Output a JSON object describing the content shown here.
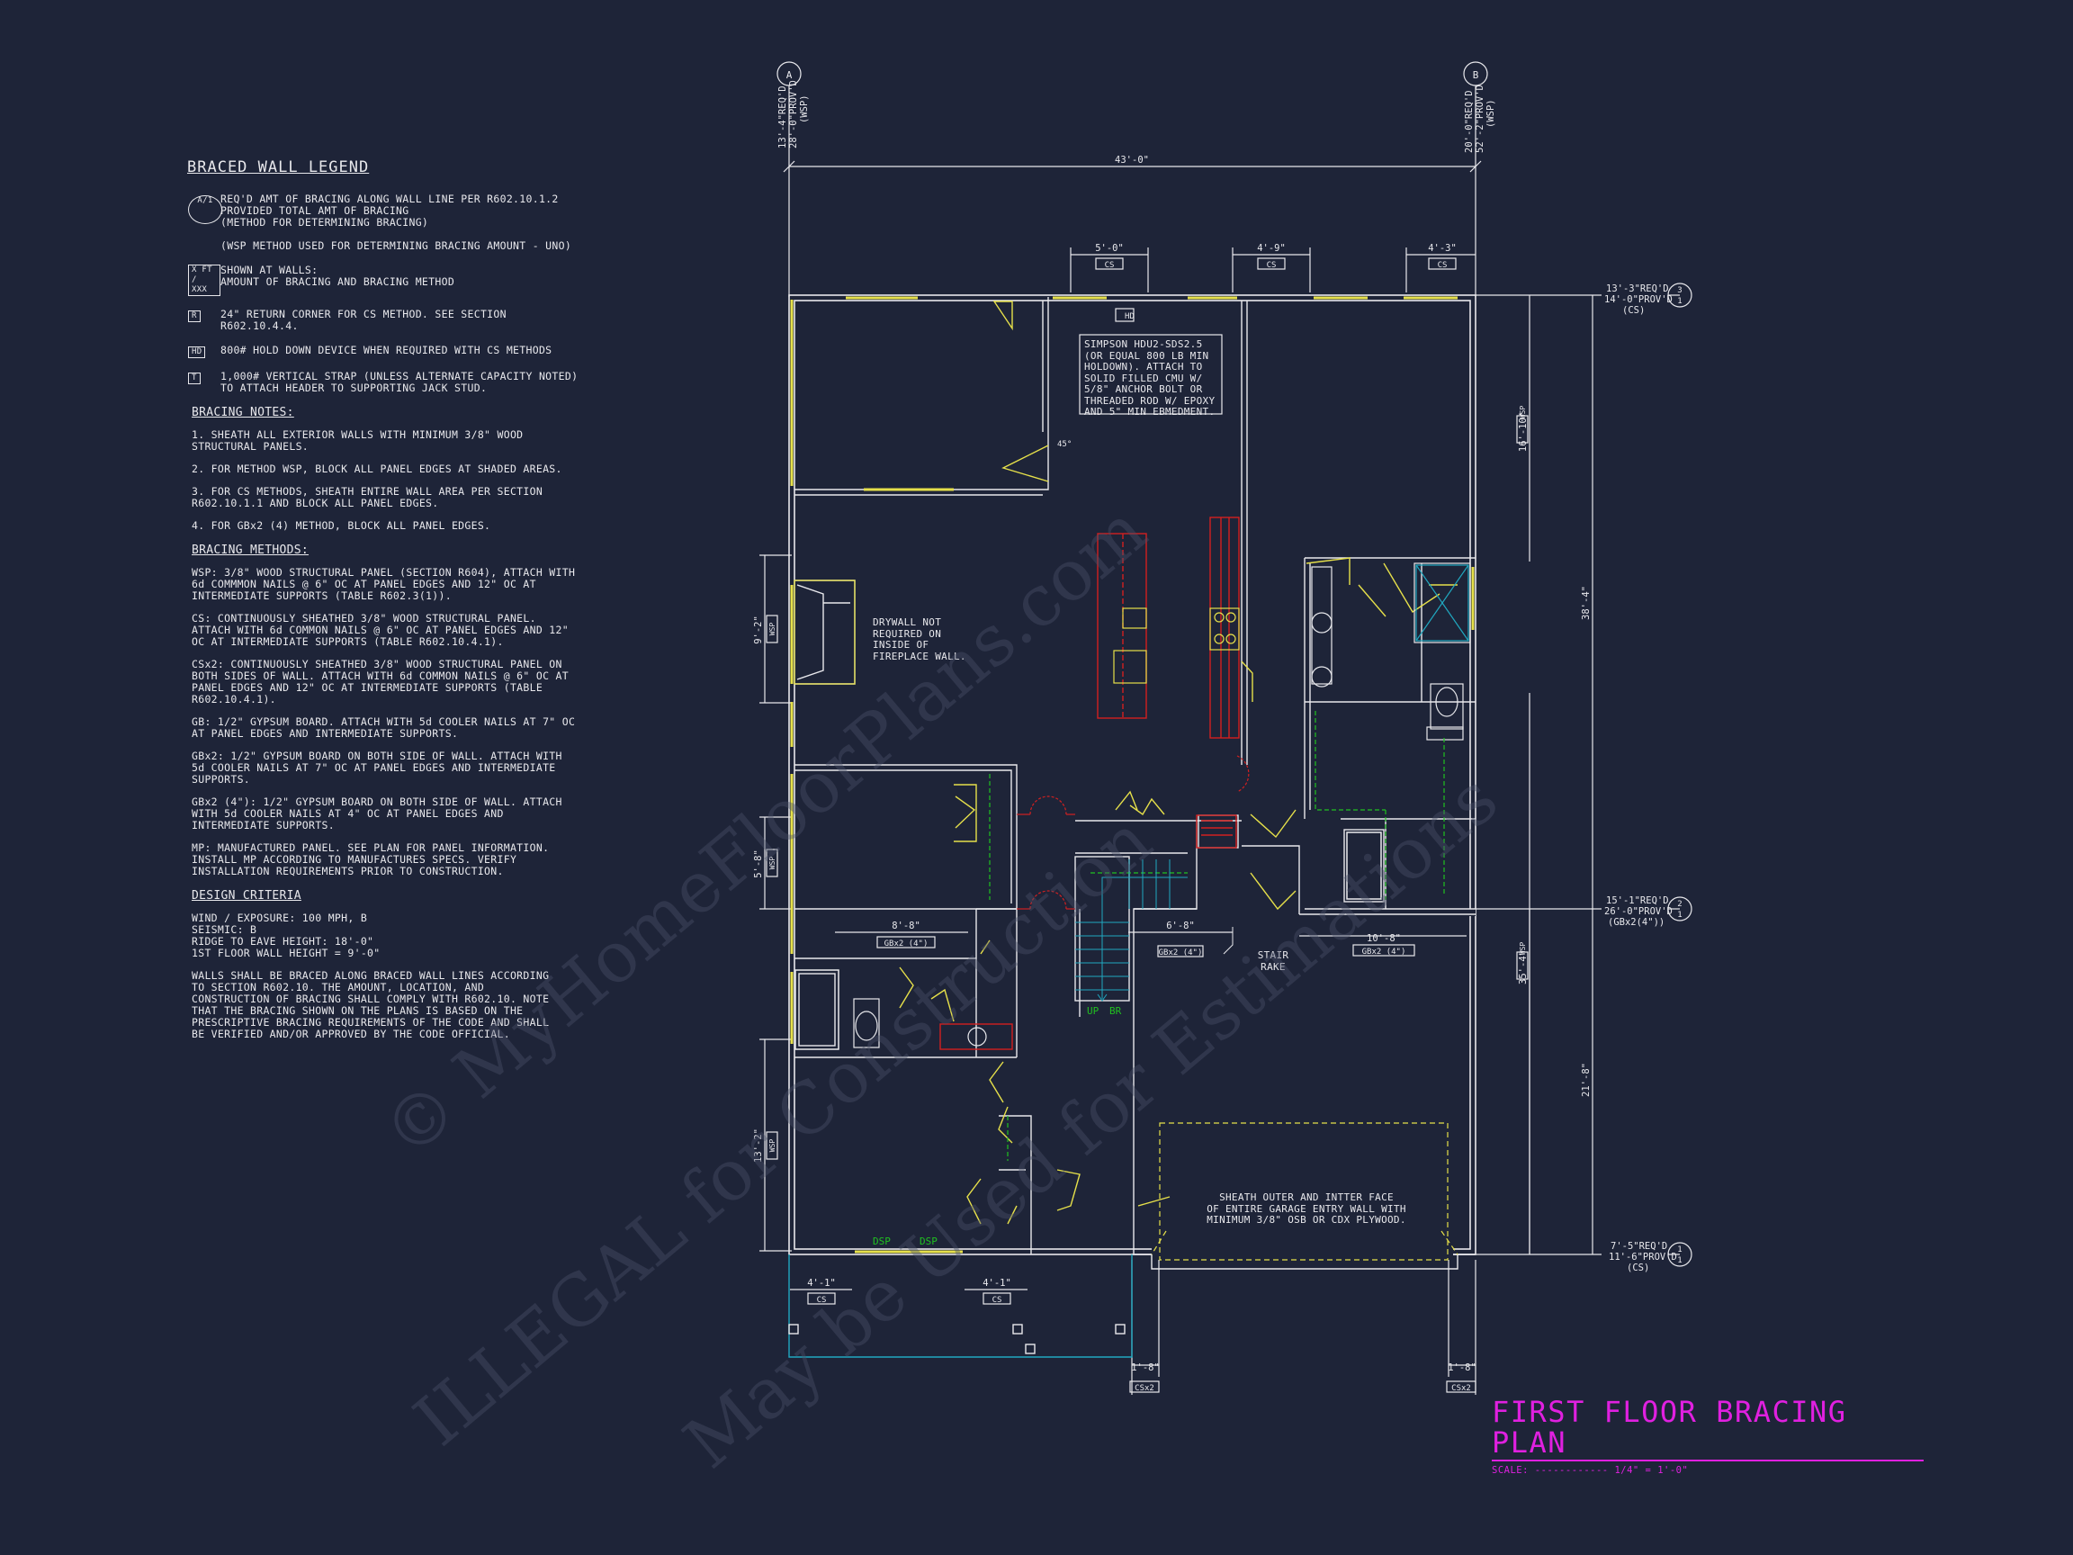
{
  "legend": {
    "title": "BRACED WALL LEGEND",
    "items": [
      {
        "symbol": "A/1",
        "text": "REQ'D AMT OF BRACING ALONG WALL LINE PER R602.10.1.2\nPROVIDED TOTAL AMT OF BRACING\n(METHOD FOR DETERMINING BRACING)\n\n(WSP METHOD USED FOR DETERMINING BRACING AMOUNT - UNO)"
      },
      {
        "symbol": "X FT / XXX",
        "text": "SHOWN AT WALLS:\nAMOUNT OF BRACING AND BRACING METHOD"
      },
      {
        "symbol": "R",
        "text": "24\" RETURN CORNER FOR CS METHOD. SEE SECTION R602.10.4.4."
      },
      {
        "symbol": "HD",
        "text": "800# HOLD DOWN DEVICE WHEN REQUIRED WITH CS METHODS"
      },
      {
        "symbol": "T",
        "text": "1,000# VERTICAL STRAP (UNLESS ALTERNATE CAPACITY NOTED)\nTO ATTACH HEADER TO SUPPORTING JACK STUD."
      }
    ],
    "bracing_notes_title": "BRACING NOTES:",
    "bracing_notes": [
      "1. SHEATH ALL EXTERIOR WALLS WITH MINIMUM 3/8\" WOOD STRUCTURAL PANELS.",
      "2. FOR METHOD WSP, BLOCK ALL PANEL EDGES AT SHADED AREAS.",
      "3. FOR CS METHODS, SHEATH ENTIRE WALL AREA PER SECTION R602.10.1.1 AND BLOCK ALL PANEL EDGES.",
      "4. FOR GBx2 (4) METHOD, BLOCK ALL PANEL EDGES."
    ],
    "bracing_methods_title": "BRACING METHODS:",
    "bracing_methods": [
      "WSP: 3/8\" WOOD STRUCTURAL PANEL (SECTION R604), ATTACH WITH 6d COMMMON NAILS @ 6\" OC AT PANEL EDGES AND 12\" OC AT INTERMEDIATE SUPPORTS (TABLE R602.3(1)).",
      "CS: CONTINUOUSLY SHEATHED 3/8\" WOOD STRUCTURAL PANEL. ATTACH WITH 6d COMMON NAILS @ 6\" OC AT PANEL EDGES AND 12\" OC AT INTERMEDIATE SUPPORTS (TABLE R602.10.4.1).",
      "CSx2: CONTINUOUSLY SHEATHED 3/8\" WOOD STRUCTURAL PANEL ON BOTH SIDES OF WALL. ATTACH WITH 6d COMMON NAILS @ 6\" OC AT PANEL EDGES AND 12\" OC AT INTERMEDIATE SUPPORTS (TABLE R602.10.4.1).",
      "GB: 1/2\" GYPSUM BOARD. ATTACH WITH 5d COOLER NAILS AT 7\" OC AT PANEL EDGES AND INTERMEDIATE SUPPORTS.",
      "GBx2: 1/2\" GYPSUM BOARD ON BOTH SIDE OF WALL. ATTACH WITH 5d COOLER NAILS AT 7\" OC AT PANEL EDGES AND INTERMEDIATE SUPPORTS.",
      "GBx2 (4\"): 1/2\" GYPSUM BOARD ON BOTH SIDE OF WALL. ATTACH WITH 5d COOLER NAILS AT 4\" OC AT PANEL EDGES AND INTERMEDIATE SUPPORTS.",
      "MP: MANUFACTURED PANEL. SEE PLAN FOR PANEL INFORMATION. INSTALL MP ACCORDING TO MANUFACTURES SPECS. VERIFY INSTALLATION REQUIREMENTS PRIOR TO CONSTRUCTION."
    ],
    "design_title": "DESIGN CRITERIA",
    "design": [
      "WIND / EXPOSURE: 100 MPH, B",
      "SEISMIC: B",
      "RIDGE TO EAVE HEIGHT: 18'-0\"",
      "1ST FLOOR WALL HEIGHT = 9'-0\""
    ],
    "design_note": "WALLS SHALL BE BRACED ALONG BRACED WALL LINES ACCORDING TO SECTION R602.10. THE AMOUNT, LOCATION, AND CONSTRUCTION OF BRACING SHALL COMPLY WITH R602.10. NOTE THAT THE BRACING SHOWN ON THE PLANS IS BASED ON THE PRESCRIPTIVE BRACING REQUIREMENTS OF THE CODE AND SHALL BE VERIFIED AND/OR APPROVED BY THE CODE OFFICIAL."
  },
  "grid": {
    "A": {
      "label": "A",
      "req": "13'-4\"REQ'D",
      "prov": "28'-0\"PROV'D",
      "method": "(WSP)"
    },
    "B": {
      "label": "B",
      "req": "20'-0\"REQ'D",
      "prov": "52'-2\"PROV'D",
      "method": "(WSP)"
    },
    "r3": {
      "label": "3",
      "sub": "1",
      "req": "13'-3\"REQ'D",
      "prov": "14'-0\"PROV'D",
      "method": "(CS)"
    },
    "r2": {
      "label": "2",
      "sub": "1",
      "req": "15'-1\"REQ'D",
      "prov": "26'-0\"PROV'D",
      "method": "(GBx2(4\"))"
    },
    "r1": {
      "label": "1",
      "sub": "1",
      "req": "7'-5\"REQ'D",
      "prov": "11'-6\"PROV'D",
      "method": "(CS)"
    }
  },
  "dims": {
    "overall_width": "43'-0\"",
    "top_segments": [
      {
        "len": "5'-0\"",
        "method": "CS"
      },
      {
        "len": "4'-9\"",
        "method": "CS"
      },
      {
        "len": "4'-3\"",
        "method": "CS"
      }
    ],
    "right_top": {
      "len": "16'-10\"",
      "method": "WSP"
    },
    "right_overall": "38'-4\"",
    "right_mid": {
      "len": "35'-4\"",
      "method": "WSP"
    },
    "right_lower": "21'-8\"",
    "left_segments": [
      {
        "len": "9'-2\"",
        "method": "WSP"
      },
      {
        "len": "5'-8\"",
        "method": "WSP"
      },
      {
        "len": "13'-2\"",
        "method": "WSP"
      }
    ],
    "interior": [
      {
        "len": "8'-8\"",
        "method": "GBx2 (4\")"
      },
      {
        "len": "6'-8\"",
        "method": "GBx2 (4\")"
      },
      {
        "len": "10'-8\"",
        "method": "GBx2 (4\")"
      }
    ],
    "bottom_segments": [
      {
        "len": "4'-1\"",
        "method": "CS"
      },
      {
        "len": "4'-1\"",
        "method": "CS"
      }
    ],
    "garage_returns": [
      {
        "len": "1'-8\"",
        "method": "CSx2"
      },
      {
        "len": "1'-8\"",
        "method": "CSx2"
      }
    ]
  },
  "notes": {
    "holdown": "SIMPSON HDU2-SDS2.5 (OR EQUAL 800 LB MIN HOLDOWN). ATTACH TO SOLID FILLED CMU W/ 5/8\" ANCHOR BOLT OR THREADED ROD W/ EPOXY AND 5\" MIN EBMEDMENT.",
    "hd_tag": "HD",
    "fireplace": "DRYWALL NOT\nREQUIRED ON\nINSIDE OF\nFIREPLACE WALL.",
    "angle": "45°",
    "stair_rake": "STAIR\nRAKE",
    "up": "UP",
    "br": "BR",
    "dsp1": "DSP",
    "dsp2": "DSP",
    "garage": "SHEATH OUTER AND INTTER FACE\nOF ENTIRE GARAGE ENTRY WALL WITH\nMINIMUM 3/8\" OSB OR CDX PLYWOOD."
  },
  "title": {
    "name": "FIRST FLOOR BRACING PLAN",
    "scale_label": "SCALE:",
    "scale_value": "1/4\" = 1'-0\""
  },
  "watermark": [
    "© MyHomeFloorPlans.com",
    "ILLEGAL for Construction",
    "May be Used for Estimations"
  ],
  "colors": {
    "background": "#1e2438",
    "linework": "#e8e8ec",
    "bracing": "#e6e04a",
    "title": "#e020e0",
    "cabinet": "#d22020",
    "wet": "#20c020",
    "stair": "#20a8c0"
  }
}
